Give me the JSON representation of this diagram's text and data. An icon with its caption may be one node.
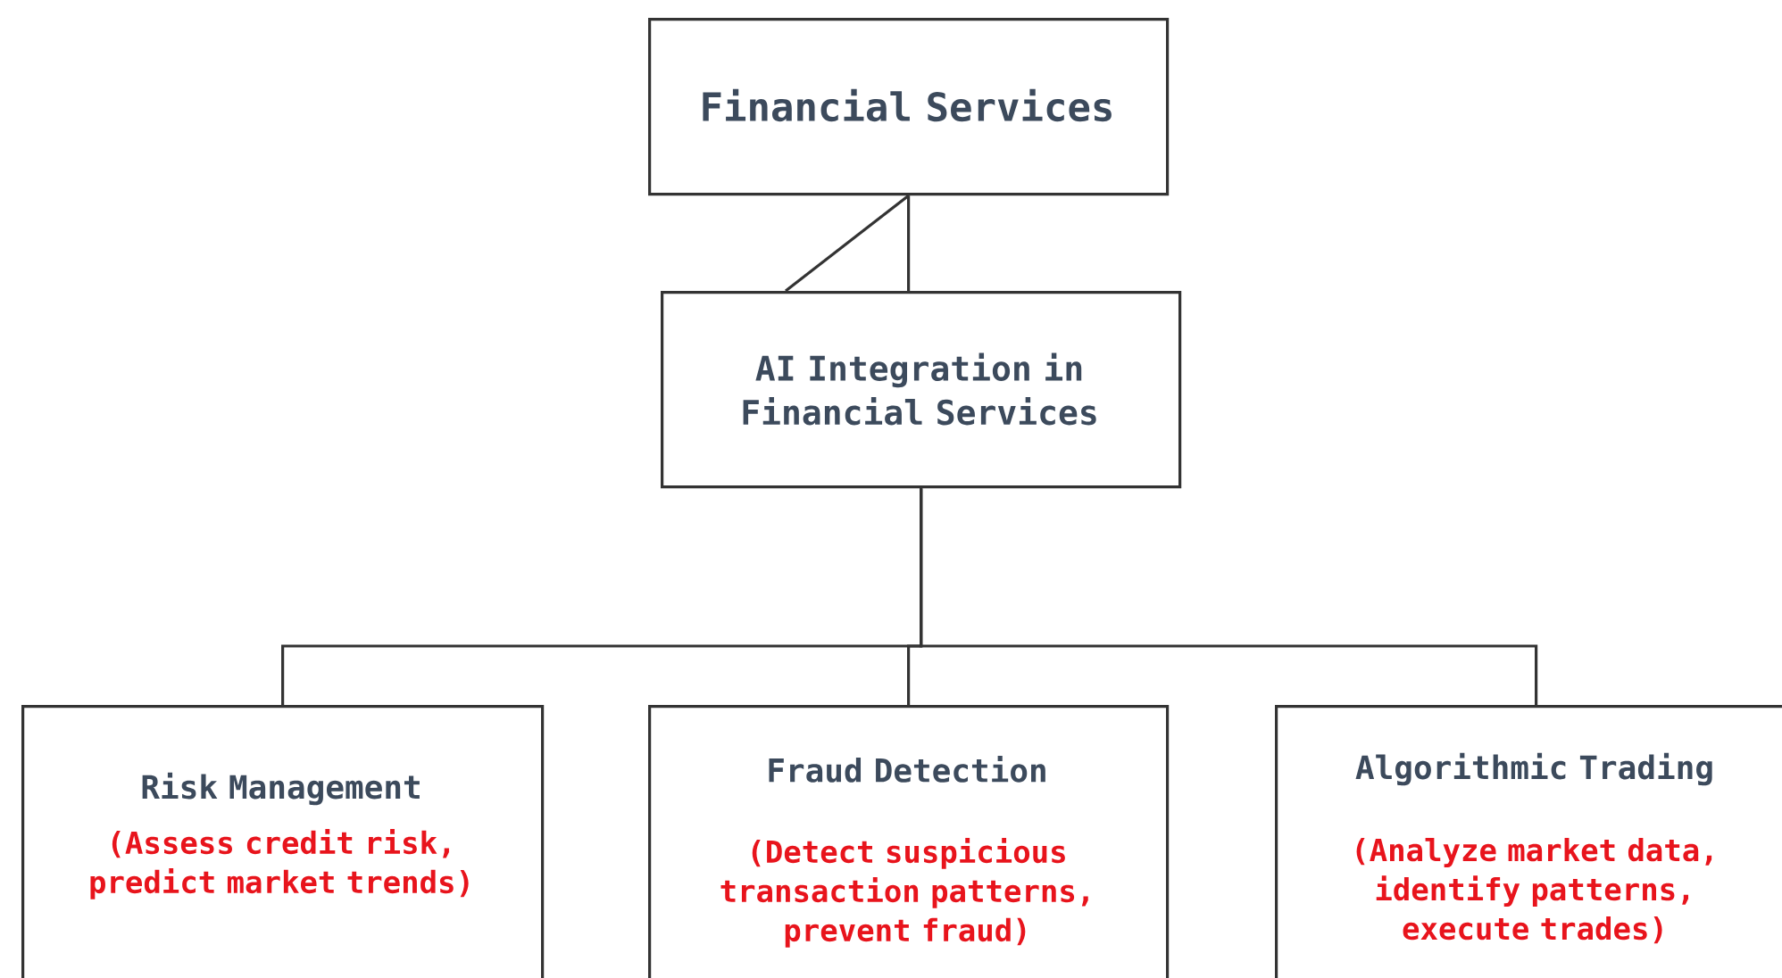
{
  "diagram": {
    "nodes": [
      {
        "text": [
          "Financial Services"
        ]
      },
      {
        "text": [
          "AI Integration in Financial Services"
        ]
      },
      {
        "text": [
          "Risk Management",
          "(Assess credit risk, predict market trends)"
        ]
      },
      {
        "text": [
          "Fraud Detection",
          "(Detect suspicious transaction patterns, prevent fraud)"
        ]
      },
      {
        "text": [
          "Algorithmic Trading",
          "(Analyze market data, identify patterns, execute trades)"
        ]
      }
    ],
    "edges": [
      {
        "from": 0,
        "to": 1,
        "arrow": "none"
      },
      {
        "from": 0,
        "to": 1,
        "arrow": "none"
      },
      {
        "from": 1,
        "to": 2,
        "arrow": "none"
      },
      {
        "from": 1,
        "to": 3,
        "arrow": "none"
      },
      {
        "from": 1,
        "to": 4,
        "arrow": "none"
      }
    ]
  }
}
